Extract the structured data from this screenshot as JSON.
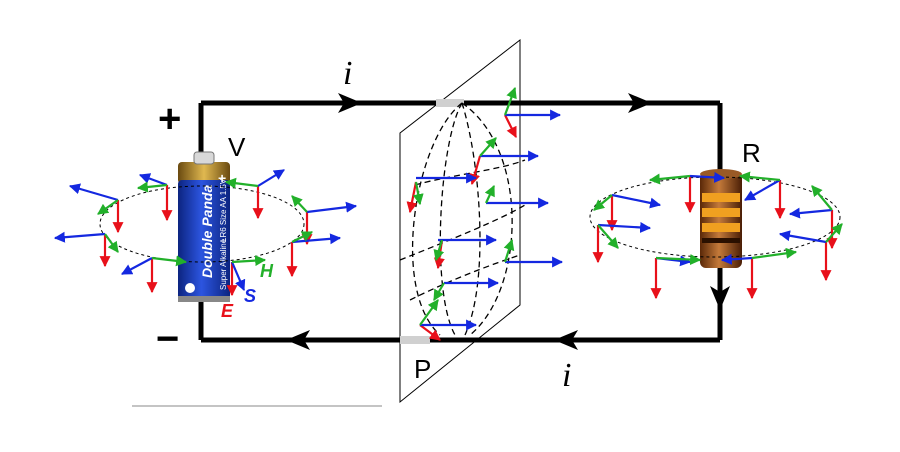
{
  "labels": {
    "current_top": "i",
    "current_bottom": "i",
    "plus": "+",
    "minus": "−",
    "voltage": "V",
    "resistor": "R",
    "plane": "P",
    "e_field": "E",
    "s_field": "S",
    "h_field": "H"
  },
  "battery": {
    "brand": "Double Panda",
    "subtitle": "Super Alkaline",
    "size_text": "LR6 Size AA 1.5V",
    "terminal_sign": "+"
  },
  "colors": {
    "e_field": "#e8101a",
    "s_field": "#1428e0",
    "h_field": "#22b02a",
    "wire": "#000000",
    "battery_body": "#1a3dbd",
    "battery_top": "#b8902a"
  }
}
